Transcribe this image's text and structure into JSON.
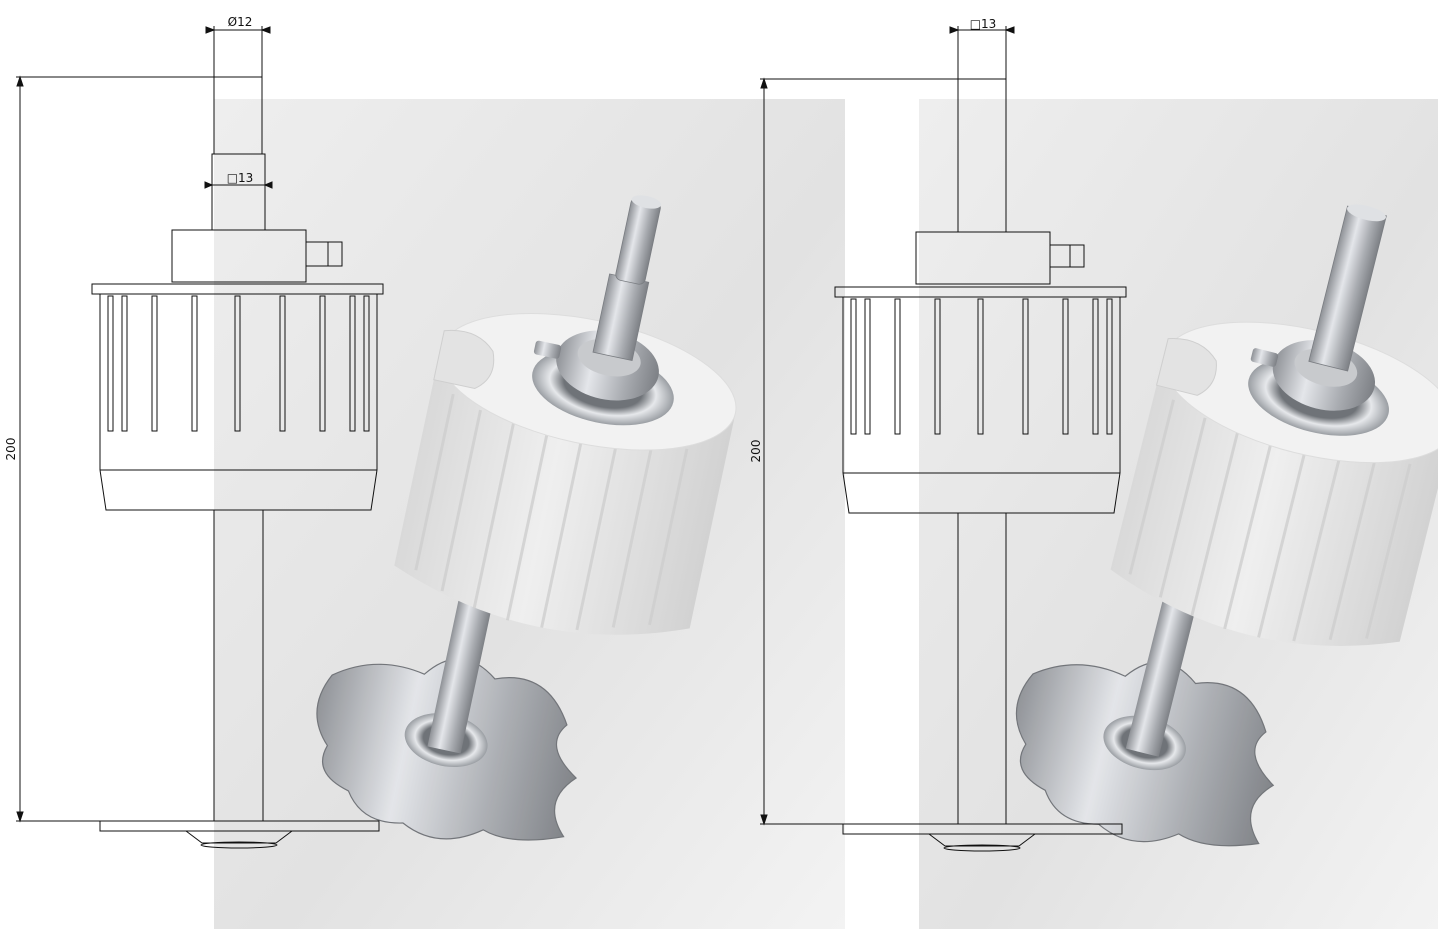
{
  "views": [
    {
      "id": "left",
      "dimensions": {
        "top_diameter": "Ø12",
        "mid_square": "□13",
        "overall_height": "200"
      }
    },
    {
      "id": "right",
      "dimensions": {
        "top_square": "□13",
        "overall_height": "200"
      }
    }
  ],
  "colors": {
    "line": "#111111",
    "photo_bg_light": "#f1f1f1",
    "photo_bg_dark": "#d6d6d6",
    "plastic": "#e7e7e7",
    "metal": "#b9bcc1"
  }
}
